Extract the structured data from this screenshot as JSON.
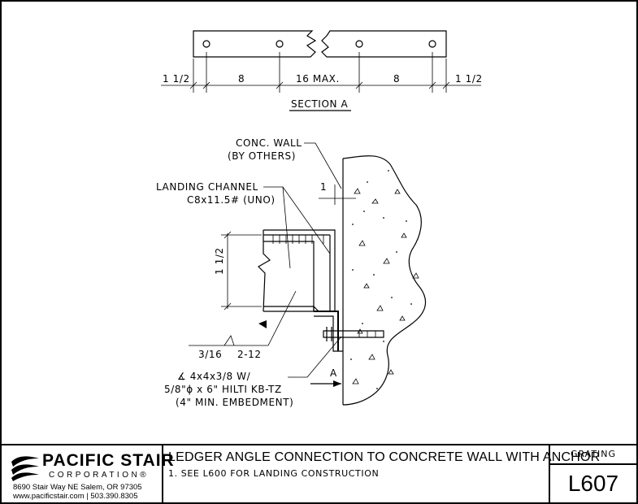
{
  "section_a": {
    "dims": [
      "1 1/2",
      "8",
      "16 MAX.",
      "8",
      "1 1/2"
    ],
    "title": "SECTION A"
  },
  "callouts": {
    "wall_line1": "CONC. WALL",
    "wall_line2": "(BY OTHERS)",
    "gap_dim": "1",
    "channel_line1": "LANDING CHANNEL",
    "channel_line2": "C8x11.5# (UNO)",
    "height_dim": "1 1/2",
    "weld_size": "3/16",
    "weld_len": "2-12",
    "angle_line1": "∡ 4x4x3/8 W/",
    "angle_line2": "5/8\"ϕ x 6\" HILTI KB-TZ",
    "angle_line3": "(4\" MIN. EMBEDMENT)",
    "section_marker": "A"
  },
  "titleblock": {
    "company": "PACIFIC STAIR",
    "company_sub": "CORPORATION®",
    "address": "8690 Stair Way NE Salem, OR 97305",
    "web_phone": "www.pacificstair.com  |  503.390.8305",
    "drawing_title": "LEDGER ANGLE CONNECTION TO CONCRETE WALL WITH ANCHOR",
    "note": "1.  SEE L600 FOR LANDING CONSTRUCTION",
    "category": "GRATING",
    "sheet_number": "L607"
  }
}
